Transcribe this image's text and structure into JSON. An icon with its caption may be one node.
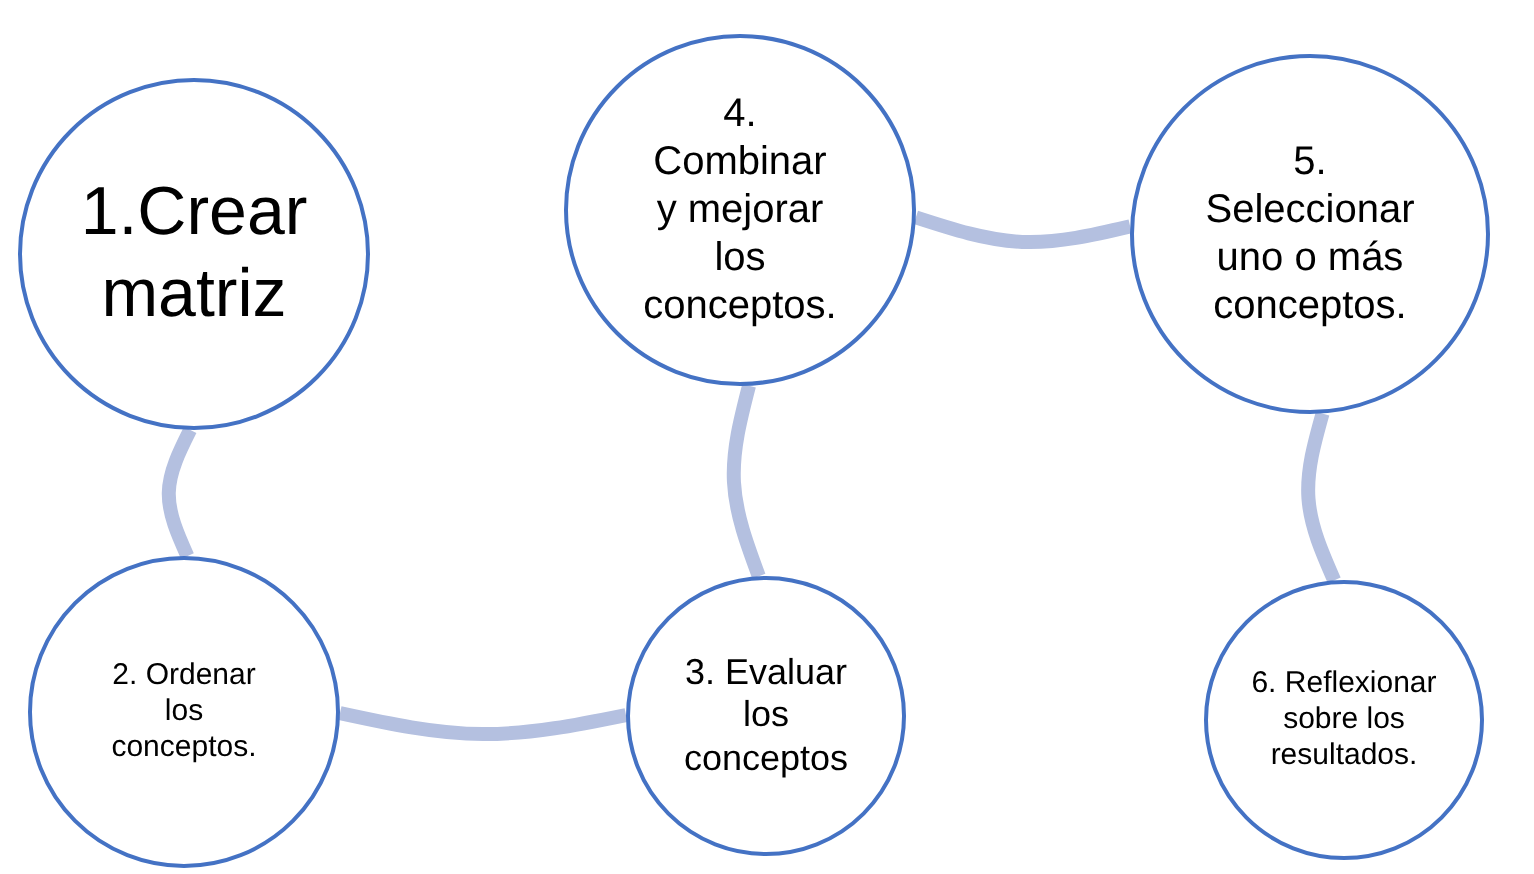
{
  "diagram": {
    "nodes": [
      {
        "text": [
          "1.Crear matriz"
        ]
      },
      {
        "text": [
          "2. Ordenar los conceptos."
        ]
      },
      {
        "text": [
          "3. Evaluar los conceptos"
        ]
      },
      {
        "text": [
          "4. Combinar y mejorar los conceptos."
        ]
      },
      {
        "text": [
          "5. Seleccionar uno o más conceptos."
        ]
      },
      {
        "text": [
          "6. Reflexionar sobre los resultados."
        ]
      }
    ],
    "edges": [
      {
        "from": 0,
        "to": 1,
        "arrow": "none"
      },
      {
        "from": 1,
        "to": 2,
        "arrow": "none"
      },
      {
        "from": 2,
        "to": 3,
        "arrow": "none"
      },
      {
        "from": 3,
        "to": 4,
        "arrow": "none"
      },
      {
        "from": 4,
        "to": 5,
        "arrow": "none"
      }
    ]
  }
}
